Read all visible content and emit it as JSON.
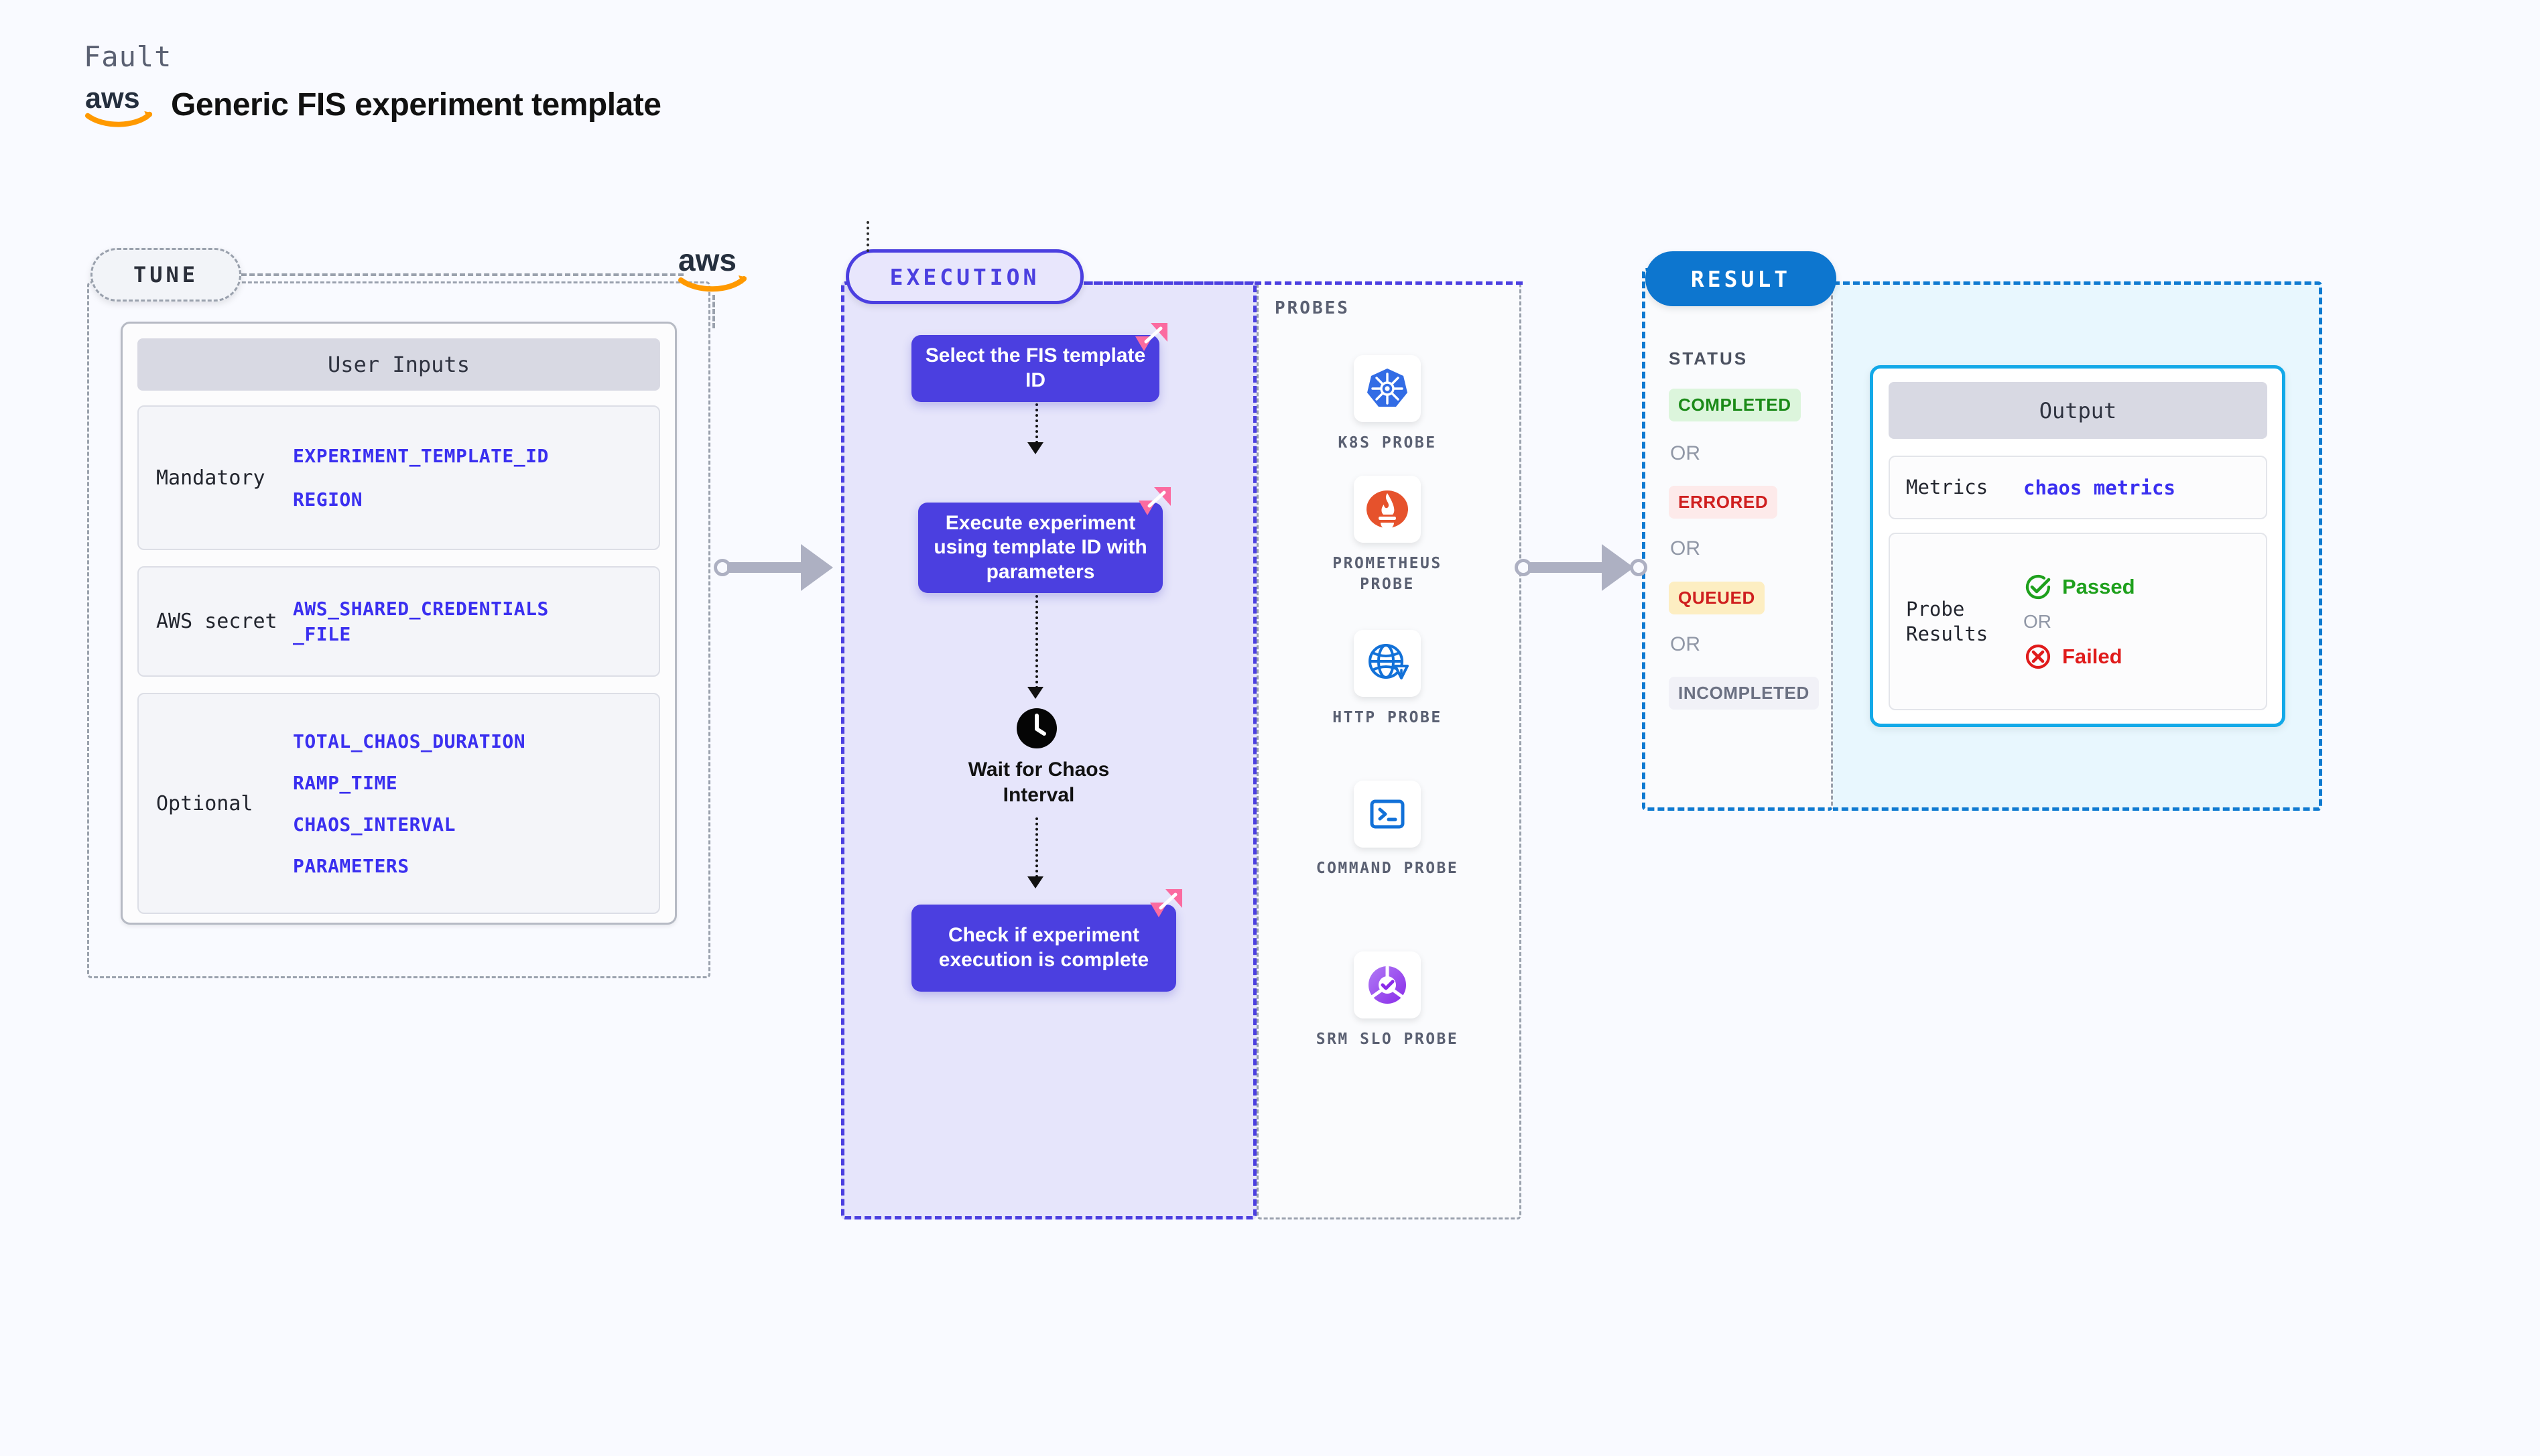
{
  "header": {
    "kicker": "Fault",
    "title": "Generic FIS experiment template",
    "logo_icon": "aws-logo"
  },
  "tune": {
    "pill_label": "TUNE",
    "aws_icon": "aws-logo",
    "card_title": "User Inputs",
    "groups": [
      {
        "label": "Mandatory",
        "vars": [
          "EXPERIMENT_TEMPLATE_ID",
          "REGION"
        ]
      },
      {
        "label": "AWS secret",
        "vars": [
          "AWS_SHARED_CREDENTIALS\n_FILE"
        ]
      },
      {
        "label": "Optional",
        "vars": [
          "TOTAL_CHAOS_DURATION",
          "RAMP_TIME",
          "CHAOS_INTERVAL",
          "PARAMETERS"
        ]
      }
    ]
  },
  "execution": {
    "pill_label": "EXECUTION",
    "steps": [
      {
        "text": "Select the FIS template ID",
        "badge": "chaos-badge-icon"
      },
      {
        "text": "Execute experiment using template ID with parameters",
        "badge": "chaos-badge-icon"
      }
    ],
    "wait": {
      "icon": "clock-icon",
      "label": "Wait for Chaos Interval"
    },
    "final_step": {
      "text": "Check if experiment execution is complete",
      "badge": "chaos-badge-icon"
    }
  },
  "probes": {
    "section_label": "PROBES",
    "items": [
      {
        "label": "K8S PROBE",
        "icon": "kubernetes-icon"
      },
      {
        "label": "PROMETHEUS PROBE",
        "icon": "prometheus-icon"
      },
      {
        "label": "HTTP PROBE",
        "icon": "http-globe-icon"
      },
      {
        "label": "COMMAND PROBE",
        "icon": "terminal-icon"
      },
      {
        "label": "SRM SLO PROBE",
        "icon": "srm-slo-icon"
      }
    ]
  },
  "result": {
    "pill_label": "RESULT",
    "status_label": "STATUS",
    "or_text": "OR",
    "statuses": [
      {
        "label": "COMPLETED",
        "bg": "#dcf5dc",
        "fg": "#1a8a17"
      },
      {
        "label": "ERRORED",
        "bg": "#fdeaea",
        "fg": "#cf1f1f"
      },
      {
        "label": "QUEUED",
        "bg": "#fdeec2",
        "fg": "#cf1f1f"
      },
      {
        "label": "INCOMPLETED",
        "bg": "#f1f1f7",
        "fg": "#6b7082"
      }
    ],
    "output": {
      "title": "Output",
      "metrics_label": "Metrics",
      "metrics_value": "chaos metrics",
      "probe_results_label": "Probe Results",
      "passed_label": "Passed",
      "failed_label": "Failed",
      "or_text": "OR",
      "passed_icon": "check-circle-icon",
      "failed_icon": "x-circle-icon",
      "passed_color": "#1ea01c",
      "failed_color": "#e01b1b"
    }
  },
  "colors": {
    "accent_purple": "#4b3fe0",
    "accent_blue": "#0d76cf",
    "accent_cyan": "#13a9e8",
    "chaos_pink": "#fb6ba0",
    "aws_orange": "#ff9900",
    "var_blue": "#3a2ff0"
  }
}
